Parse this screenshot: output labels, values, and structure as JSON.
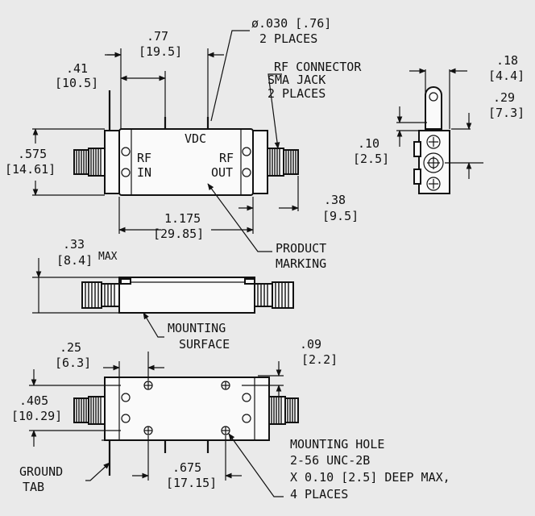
{
  "colors": {
    "background": "#eaeaea",
    "ink": "#111111"
  },
  "labels": {
    "dia_030": "ø.030 [.76]",
    "two_places_a": "2 PLACES",
    "d077": ".77",
    "d077_mm": "[19.5]",
    "rf_connector": "RF CONNECTOR",
    "sma_jack": "SMA JACK",
    "two_places_b": "2 PLACES",
    "d041": ".41",
    "d041_mm": "[10.5]",
    "d018": ".18",
    "d018_mm": "[4.4]",
    "d029": ".29",
    "d029_mm": "[7.3]",
    "vdc": "VDC",
    "rf_in_1": "RF",
    "rf_in_2": "IN",
    "rf_out_1": "RF",
    "rf_out_2": "OUT",
    "d0575": ".575",
    "d0575_mm": "[14.61]",
    "d010": ".10",
    "d010_mm": "[2.5]",
    "d038": ".38",
    "d038_mm": "[9.5]",
    "d1175": "1.175",
    "d1175_mm": "[29.85]",
    "product": "PRODUCT",
    "marking": "MARKING",
    "d033": ".33",
    "d033_mm": "[8.4]",
    "max": "MAX",
    "mounting": "MOUNTING",
    "surface": "SURFACE",
    "d025": ".25",
    "d025_mm": "[6.3]",
    "d009": ".09",
    "d009_mm": "[2.2]",
    "d0405": ".405",
    "d0405_mm": "[10.29]",
    "mh1": "MOUNTING HOLE",
    "mh2": "2-56 UNC-2B",
    "mh3": "X 0.10 [2.5] DEEP MAX,",
    "mh4": "4 PLACES",
    "d0675": ".675",
    "d0675_mm": "[17.15]",
    "ground": "GROUND",
    "tab": "TAB"
  }
}
